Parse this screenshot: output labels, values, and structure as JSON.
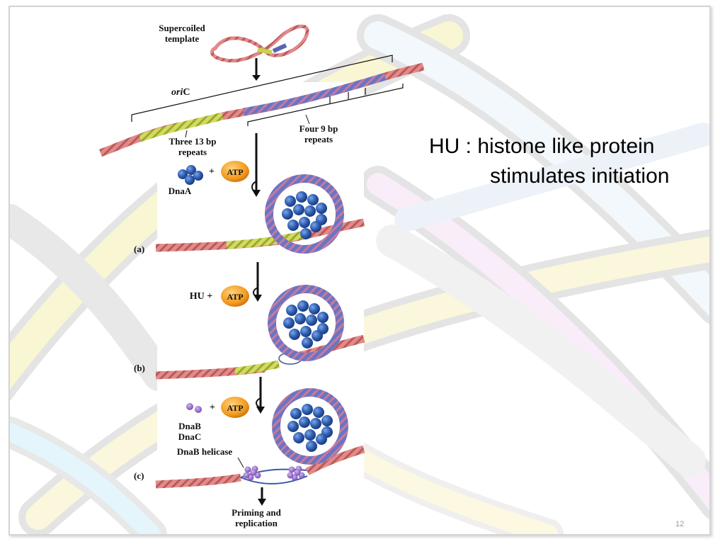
{
  "slide": {
    "title_line1": "HU : histone like protein",
    "title_line2": "stimulates initiation",
    "page_number": "12"
  },
  "figure": {
    "supercoiled_label_1": "Supercoiled",
    "supercoiled_label_2": "template",
    "oric_italic": "ori",
    "oric_suffix": "C",
    "three13_1": "Three 13 bp",
    "three13_2": "repeats",
    "four9_1": "Four 9 bp",
    "four9_2": "repeats",
    "dnaa": "DnaA",
    "plus": "+",
    "atp": "ATP",
    "hu_plus": "HU +",
    "dnab": "DnaB",
    "dnac": "DnaC",
    "dnab_helicase": "DnaB helicase",
    "panel_a": "(a)",
    "panel_b": "(b)",
    "panel_c": "(c)",
    "priming_1": "Priming and",
    "priming_2": "replication"
  },
  "colors": {
    "dna_red": "#d98080",
    "dna_blue": "#5a64b4",
    "repeat_yellow": "#c8d24a",
    "dnaa_blue": "#3560b0",
    "atp_orange": "#f39a1e",
    "dnab_purple": "#8a5cc0"
  }
}
